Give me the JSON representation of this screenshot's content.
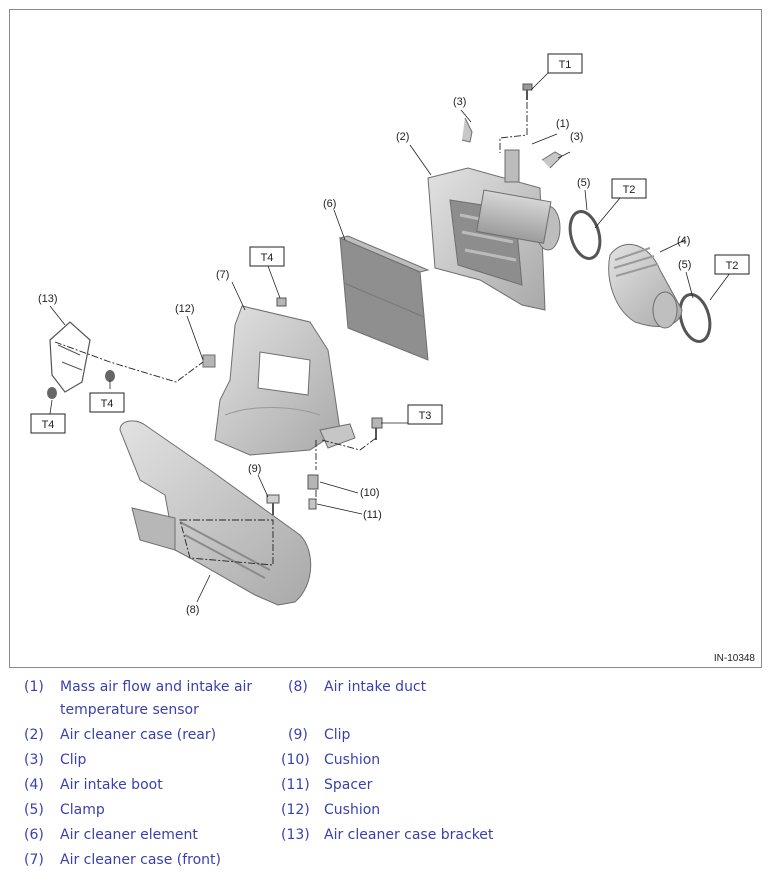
{
  "figure": {
    "id_label": "IN-10348",
    "callouts": {
      "c1": "(1)",
      "c2": "(2)",
      "c3a": "(3)",
      "c3b": "(3)",
      "c4": "(4)",
      "c5a": "(5)",
      "c5b": "(5)",
      "c6": "(6)",
      "c7": "(7)",
      "c8": "(8)",
      "c9": "(9)",
      "c10": "(10)",
      "c11": "(11)",
      "c12": "(12)",
      "c13": "(13)"
    },
    "torque_tags": {
      "t1": "T1",
      "t2a": "T2",
      "t2b": "T2",
      "t3": "T3",
      "t4a": "T4",
      "t4b": "T4",
      "t4c": "T4"
    }
  },
  "legend": {
    "left": [
      {
        "num": "(1)",
        "text_line1": "Mass air flow and intake air",
        "text_line2": "temperature sensor"
      },
      {
        "num": "(2)",
        "text": "Air cleaner case (rear)"
      },
      {
        "num": "(3)",
        "text": "Clip"
      },
      {
        "num": "(4)",
        "text": "Air intake boot"
      },
      {
        "num": "(5)",
        "text": "Clamp"
      },
      {
        "num": "(6)",
        "text": "Air cleaner element"
      },
      {
        "num": "(7)",
        "text": "Air cleaner case (front)"
      }
    ],
    "right": [
      {
        "num": "(8)",
        "text": "Air intake duct"
      },
      {
        "num": "(9)",
        "text": "Clip"
      },
      {
        "num": "(10)",
        "text": "Cushion"
      },
      {
        "num": "(11)",
        "text": "Spacer"
      },
      {
        "num": "(12)",
        "text": "Cushion"
      },
      {
        "num": "(13)",
        "text": "Air cleaner case bracket"
      }
    ]
  },
  "colors": {
    "legend_text": "#3a3fb0",
    "part_fill": "#c9c9c9",
    "part_dark": "#a8a8a8"
  }
}
